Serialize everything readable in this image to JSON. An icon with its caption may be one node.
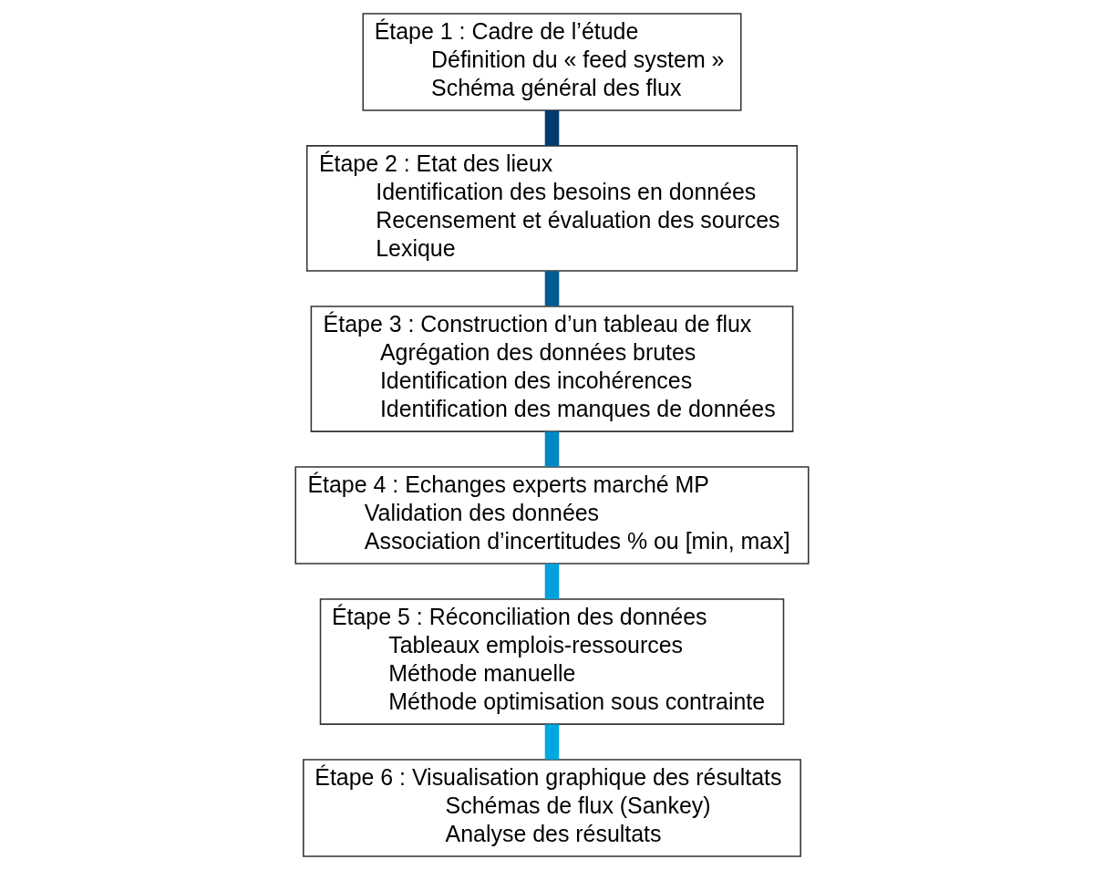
{
  "diagram": {
    "nodes": [
      {
        "text": [
          "Étape 1 : Cadre de l’étude",
          "Définition du « feed system »",
          "Schéma général des flux"
        ]
      },
      {
        "text": [
          "Étape 2 : Etat des lieux",
          "Identification des besoins en données",
          "Recensement et évaluation des sources",
          "Lexique"
        ]
      },
      {
        "text": [
          "Étape 3 : Construction d’un tableau de flux",
          "Agrégation des données brutes",
          "Identification des incohérences",
          "Identification des manques de données"
        ]
      },
      {
        "text": [
          "Étape 4 : Echanges experts marché MP",
          "Validation des données",
          "Association d’incertitudes % ou [min, max]"
        ]
      },
      {
        "text": [
          "Étape 5 : Réconciliation des données",
          "Tableaux emplois-ressources",
          "Méthode manuelle",
          "Méthode optimisation sous contrainte"
        ]
      },
      {
        "text": [
          "Étape 6 : Visualisation graphique des résultats",
          "Schémas de flux (Sankey)",
          "Analyse des résultats"
        ]
      }
    ],
    "edges": [
      {
        "from": 0,
        "to": 1,
        "arrow": "none",
        "color": "#003a70"
      },
      {
        "from": 1,
        "to": 2,
        "arrow": "none",
        "color": "#005a92"
      },
      {
        "from": 2,
        "to": 3,
        "arrow": "none",
        "color": "#0088c2"
      },
      {
        "from": 3,
        "to": 4,
        "arrow": "none",
        "color": "#009edb"
      },
      {
        "from": 4,
        "to": 5,
        "arrow": "none",
        "color": "#00a8e2"
      }
    ]
  }
}
